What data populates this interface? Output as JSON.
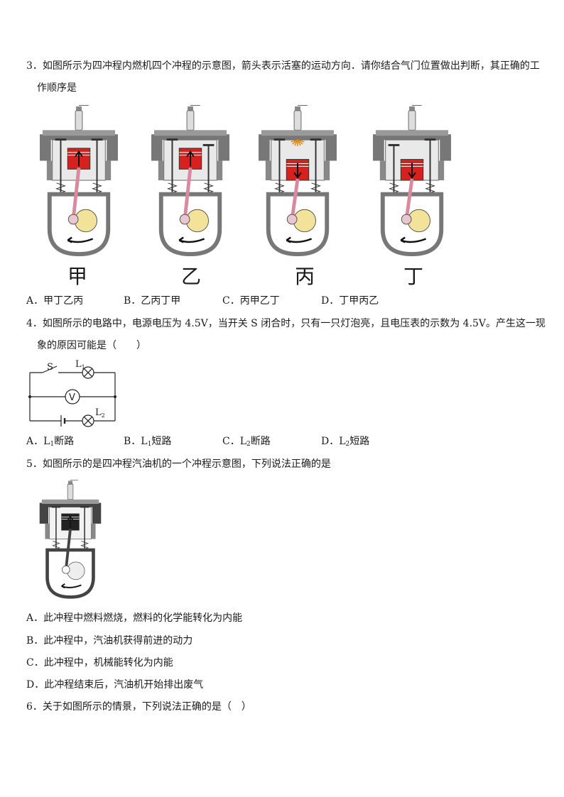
{
  "q3": {
    "line1": "3．如图所示为四冲程内燃机四个冲程的示意图，箭头表示活塞的运动方向．请你结合气门位置做出判断，其正确的工",
    "line2": "作顺序是",
    "labels": [
      "甲",
      "乙",
      "丙",
      "丁"
    ],
    "options": [
      "A．甲丁乙丙",
      "B．乙丙丁甲",
      "C．丙甲乙丁",
      "D．丁甲丙乙"
    ]
  },
  "q4": {
    "line1": "4．如图所示的电路中，电源电压为 4.5V，当开关 S 闭合时，只有一只灯泡亮，且电压表的示数为 4.5V。产生这一现",
    "line2": "象的原因可能是（　　）",
    "circuit": {
      "switch": "S",
      "lamp1": "L",
      "lamp1_sub": "1",
      "meter": "V",
      "lamp2": "L",
      "lamp2_sub": "2"
    },
    "options": [
      {
        "prefix": "A．L",
        "sub": "1",
        "suffix": "断路"
      },
      {
        "prefix": "B．L",
        "sub": "1",
        "suffix": "短路"
      },
      {
        "prefix": "C．L",
        "sub": "2",
        "suffix": "断路"
      },
      {
        "prefix": "D．L",
        "sub": "2",
        "suffix": "短路"
      }
    ]
  },
  "q5": {
    "line1": "5．如图所示的是四冲程汽油机的一个冲程示意图，下列说法正确的是",
    "options": [
      "A．此冲程中燃料燃烧，燃料的化学能转化为内能",
      "B．此冲程中，汽油机获得前进的动力",
      "C．此冲程中，机械能转化为内能",
      "D．此冲程结束后，汽油机开始排出废气"
    ]
  },
  "q6": {
    "line1": "6．关于如图所示的情景，下列说法正确的是（　）"
  }
}
